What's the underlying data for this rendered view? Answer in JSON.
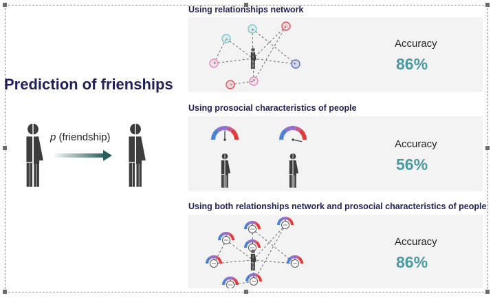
{
  "title": "Prediction of frienships",
  "left_label": {
    "var": "p",
    "text": "(friendship)"
  },
  "panels": [
    {
      "heading": "Using relationships network",
      "accuracy_label": "Accuracy",
      "accuracy_value": "86%"
    },
    {
      "heading": "Using prosocial characteristics of people",
      "accuracy_label": "Accuracy",
      "accuracy_value": "56%"
    },
    {
      "heading": "Using both relationships network and prosocial characteristics of people",
      "accuracy_label": "Accuracy",
      "accuracy_value": "86%"
    }
  ],
  "colors": {
    "title": "#1e2057",
    "accuracy": "#4a9aa2",
    "person": "#3d3d3d",
    "arrow": "#2a5e5a",
    "panel_bg": "#f3f3f3",
    "node_teal": "#7fc9cf",
    "node_red": "#d9575f",
    "node_pink": "#e58dc1",
    "node_blue": "#5e6fb8",
    "gauge_blue": "#4a7fd6",
    "gauge_purple": "#8f6fd0",
    "gauge_red": "#e03a3a"
  }
}
